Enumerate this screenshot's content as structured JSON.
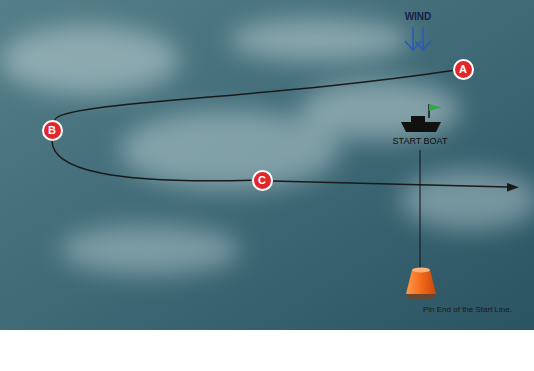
{
  "diagram": {
    "nodes": [
      {
        "text": [
          "A"
        ]
      },
      {
        "text": [
          "B"
        ]
      },
      {
        "text": [
          "C"
        ]
      }
    ],
    "edges": [
      {
        "from": 0,
        "to": 1,
        "arrow": "none"
      },
      {
        "from": 1,
        "to": 2,
        "arrow": "none"
      }
    ],
    "labels": [
      "WIND",
      "START BOAT",
      "Pin End of the Start Line."
    ]
  }
}
